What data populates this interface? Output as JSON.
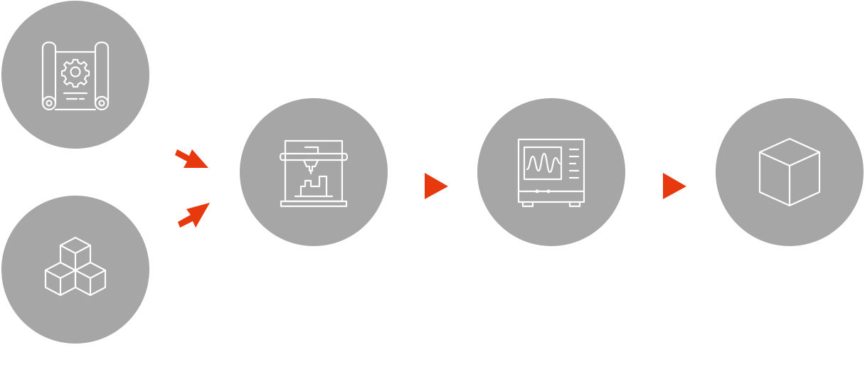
{
  "colors": {
    "node_fill": "#a6a6a6",
    "icon_stroke": "#ffffff",
    "arrow": "#e8380d"
  },
  "nodes": [
    {
      "id": "design",
      "icon": "blueprint-gear-icon"
    },
    {
      "id": "materials",
      "icon": "stacked-cubes-icon"
    },
    {
      "id": "printing",
      "icon": "3d-printer-icon"
    },
    {
      "id": "testing",
      "icon": "oscilloscope-icon"
    },
    {
      "id": "product",
      "icon": "cube-icon"
    }
  ],
  "arrows": [
    {
      "from": "design",
      "to": "printing",
      "icon": "arrow-icon"
    },
    {
      "from": "materials",
      "to": "printing",
      "icon": "arrow-icon"
    },
    {
      "from": "printing",
      "to": "testing",
      "icon": "triangle-arrow-icon"
    },
    {
      "from": "testing",
      "to": "product",
      "icon": "triangle-arrow-icon"
    }
  ]
}
